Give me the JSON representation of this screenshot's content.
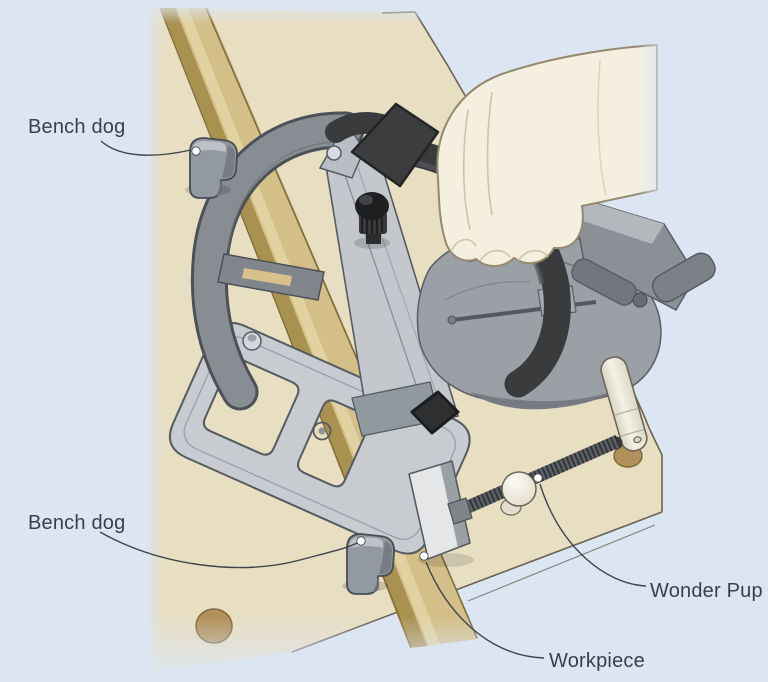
{
  "figure": {
    "labels": {
      "bench_dog_top": "Bench dog",
      "bench_dog_bottom": "Bench dog",
      "wonder_pup": "Wonder Pup",
      "workpiece": "Workpiece"
    },
    "colors": {
      "background": "#dbe6f2",
      "bench": "#e8dec2",
      "workpiece_face": "#d4bf88",
      "workpiece_edge": "#a9914f",
      "tool_light_gray": "#c8ccd1",
      "tool_mid_gray": "#9aa0a6",
      "tool_dark": "#3a3b3d",
      "hand": "#f5efdf",
      "clamp_white": "#eeeade",
      "dog_hole_brown": "#b2905a",
      "label_text": "#39404c",
      "leader_line": "#3f434c"
    }
  }
}
